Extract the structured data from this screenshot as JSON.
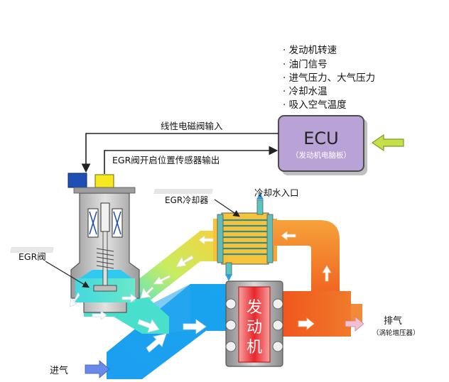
{
  "ecu": {
    "title": "ECU",
    "subtitle": "（发动机电脑板）",
    "inputs": [
      "· 发动机转速",
      "· 油门信号",
      "· 进气压力、大气压力",
      "· 冷却水温",
      "· 吸入空气温度"
    ]
  },
  "signals": {
    "solenoid_input": "线性电磁阀输入",
    "position_sensor_output": "EGR阀开启位置传感器输出"
  },
  "labels": {
    "egr_cooler": "EGR冷却器",
    "coolant_inlet": "冷却水入口",
    "egr_valve": "EGR阀",
    "engine": "发动机",
    "exhaust": "排气",
    "exhaust_note": "（涡轮增压器）",
    "intake": "进气"
  },
  "colors": {
    "ecu_fill": "#b9a2d6",
    "ecu_border": "#4d4d4d",
    "ecu_text": "#222222",
    "ecu_subtext": "#ffffff",
    "input_arrow": "#c6e04a",
    "intake_blue": "#1d9ef0",
    "mix_cyan": "#44e0d0",
    "egr_yellow": "#f7dc2e",
    "egr_orange": "#f7a23a",
    "exhaust_red": "#f0561e",
    "engine_red": "#e8262b",
    "wire": "#222222",
    "connector_blue": "#1f4fb4",
    "connector_yellow": "#f6e71f",
    "valve_gray": "#c3c3c3"
  }
}
